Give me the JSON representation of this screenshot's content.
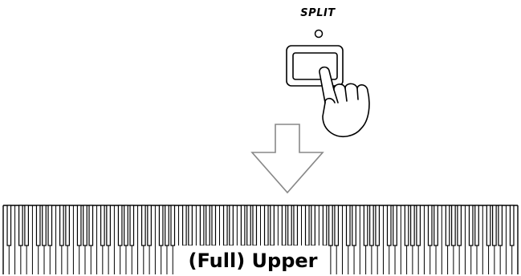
{
  "panel": {
    "split_label": "SPLIT",
    "led_state": "off",
    "button_icon": "hand-pressing-icon"
  },
  "transition_icon": "down-arrow-icon",
  "keyboard": {
    "white_key_count": 88,
    "zone_label": "(Full) Upper"
  },
  "colors": {
    "line": "#000000",
    "background": "#ffffff",
    "arrow": "#888888"
  }
}
